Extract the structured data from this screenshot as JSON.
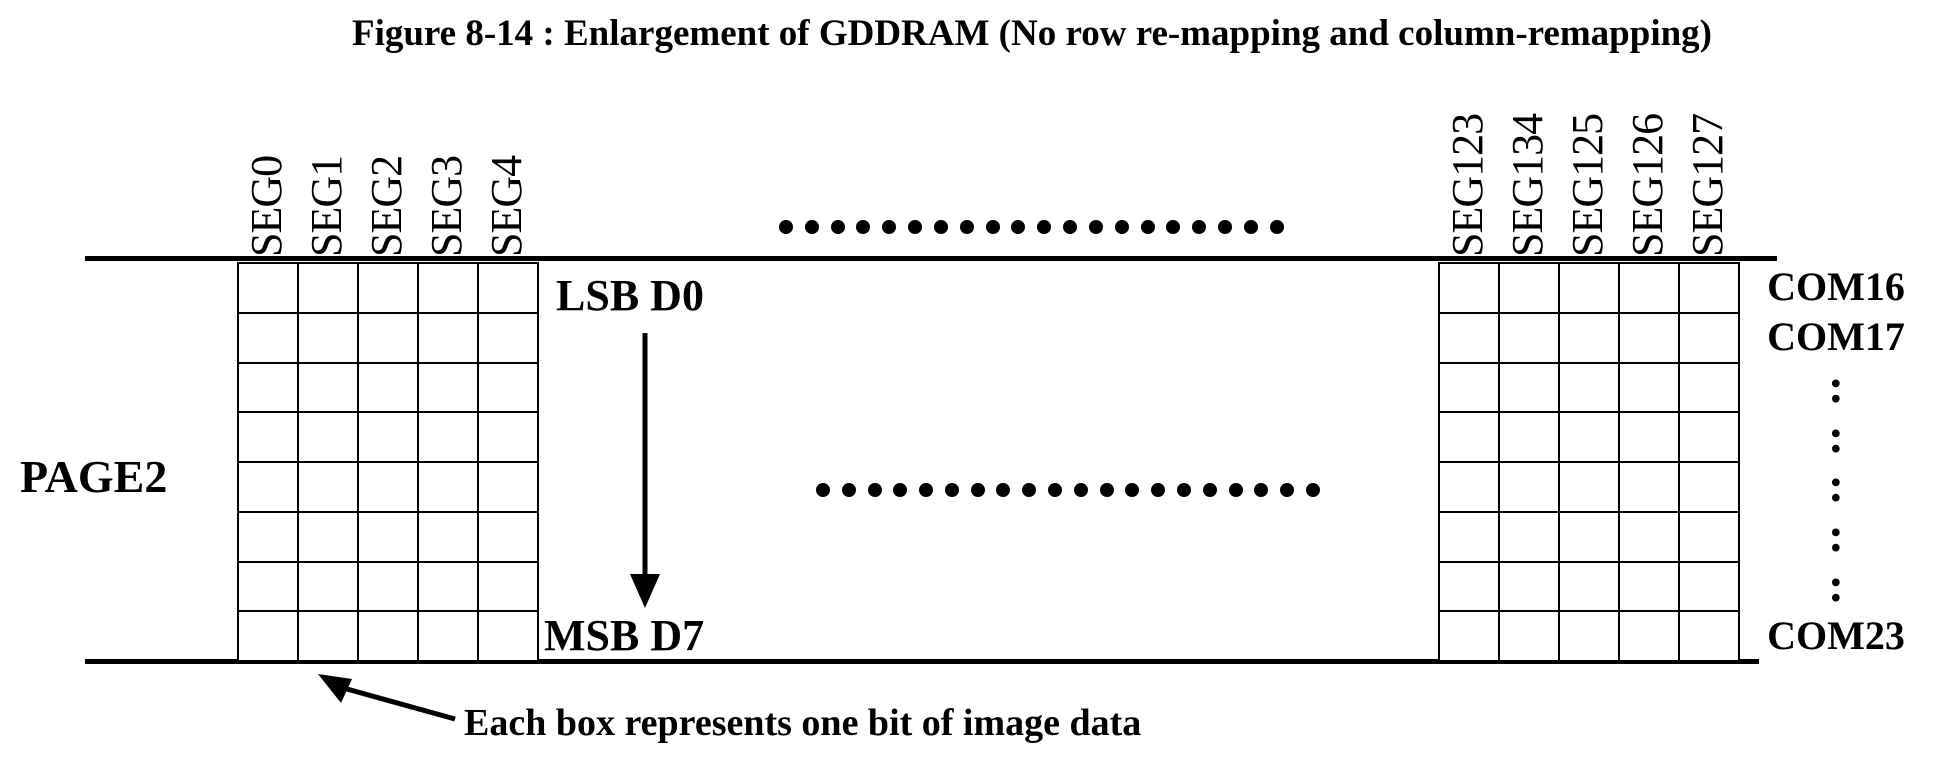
{
  "figure": {
    "title": "Figure 8-14 : Enlargement of GDDRAM (No row re-mapping and column-remapping)"
  },
  "page_label": "PAGE2",
  "left_block": {
    "seg_labels": [
      "SEG0",
      "SEG1",
      "SEG2",
      "SEG3",
      "SEG4"
    ],
    "rows": 8,
    "cols": 5
  },
  "right_block": {
    "seg_labels": [
      "SEG123",
      "SEG134",
      "SEG125",
      "SEG126",
      "SEG127"
    ],
    "rows": 8,
    "cols": 5
  },
  "com_labels": [
    "COM16",
    "COM17",
    ":",
    ":",
    ":",
    ":",
    ":",
    "COM23"
  ],
  "bit_labels": {
    "lsb": "LSB D0",
    "msb": "MSB D7"
  },
  "ellipsis_top": {
    "count": 20
  },
  "ellipsis_middle": {
    "count": 20
  },
  "annotation": "Each box represents one bit of image data",
  "colors": {
    "ink": "#000000",
    "background": "#ffffff"
  }
}
